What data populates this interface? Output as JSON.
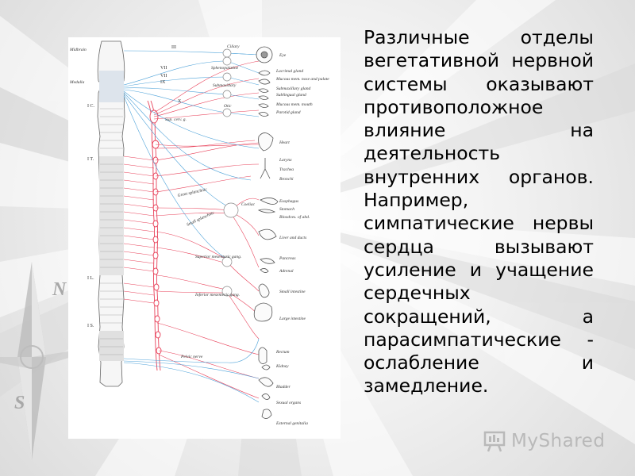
{
  "slide": {
    "paragraph": "Различные отделы вегетативной нервной системы оказывают противоположное влияние на деятельность внутренних органов. Например, симпатические нервы сердца вызывают усиление и учащение сердечных сокращений, а парасимпатические - ослабление и замедление.",
    "compass_letters": [
      "N",
      "S"
    ],
    "colors": {
      "sympathetic": "#e8425a",
      "parasympathetic": "#4fa3d9",
      "text": "#000000"
    }
  },
  "watermark": {
    "text": "MyShared",
    "icon": "presentation-screen-icon"
  },
  "diagram": {
    "spine_labels": [
      "Midbrain",
      "Medulla",
      "I C.",
      "I T.",
      "I L.",
      "I S."
    ],
    "nerve_labels": [
      "III",
      "VII",
      "VII",
      "IX",
      "X"
    ],
    "ganglion_labels": [
      "Ciliary",
      "Sphenopalatine",
      "Submaxillary",
      "Otic",
      "Sup. cerv. g.",
      "Great splanchnic",
      "Coeliac",
      "Small splanchnic",
      "Superior mesenteric gang.",
      "Inferior mesenteric gang.",
      "Pelvic nerve"
    ],
    "organ_labels": [
      "Eye",
      "Lacrimal gland",
      "Mucous mem. nose and palate",
      "Submaxillary gland",
      "Sublingual gland",
      "Mucous mem. mouth",
      "Parotid gland",
      "Heart",
      "Larynx",
      "Trachea",
      "Bronchi",
      "Esophagus",
      "Stomach",
      "Bloodves. of abd.",
      "Liver and ducts",
      "Pancreas",
      "Adrenal",
      "Small intestine",
      "Large intestine",
      "Rectum",
      "Kidney",
      "Bladder",
      "Sexual organs",
      "External genitalia"
    ]
  }
}
